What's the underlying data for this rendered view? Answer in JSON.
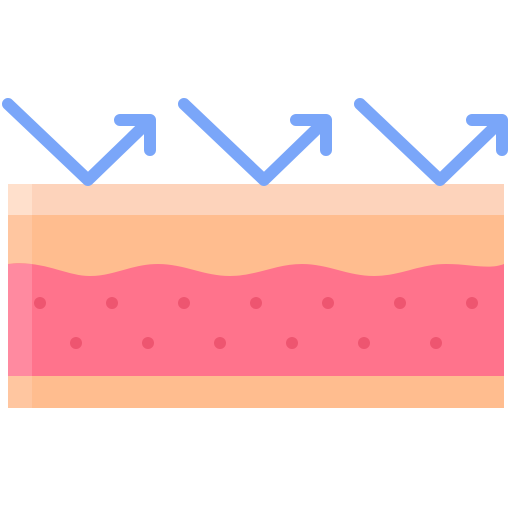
{
  "icon": {
    "name": "skin-protection-icon",
    "layers": [
      "epidermis",
      "dermis",
      "hypodermis"
    ],
    "reflected_rays": 3,
    "colors": {
      "background": "#ffffff",
      "ray": "#7aa6f9",
      "surface": "#fdd3bb",
      "surface_shade": "#ffe0cc",
      "tissue": "#ffbd8f",
      "tissue_shade": "#ffc6a0",
      "dermis": "#ff738c",
      "dermis_shade": "#ff8aa0",
      "dots": "#ee5570"
    }
  }
}
